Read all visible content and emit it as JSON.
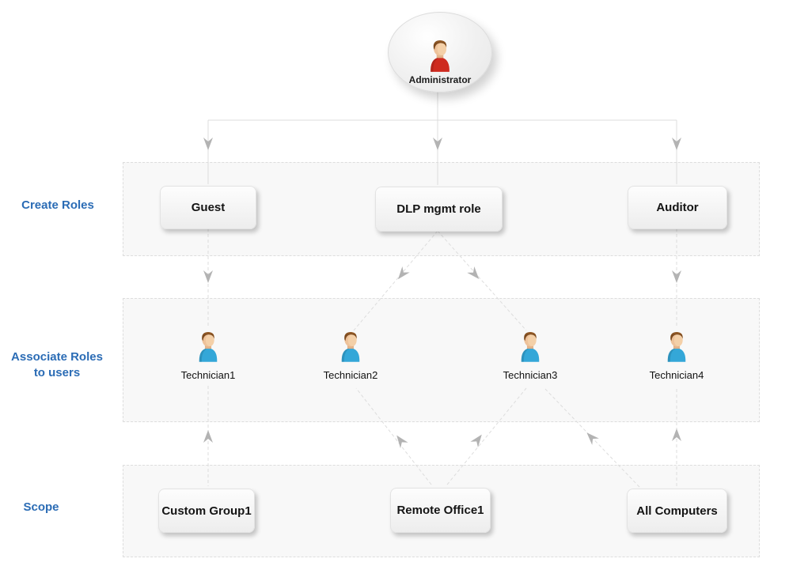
{
  "diagram": {
    "root": {
      "label": "Administrator"
    },
    "sections": {
      "create_roles": "Create Roles",
      "associate_line1": "Associate Roles",
      "associate_line2": "to users",
      "scope": "Scope"
    },
    "roles": [
      {
        "label": "Guest"
      },
      {
        "label": "DLP mgmt role"
      },
      {
        "label": "Auditor"
      }
    ],
    "users": [
      {
        "label": "Technician1"
      },
      {
        "label": "Technician2"
      },
      {
        "label": "Technician3"
      },
      {
        "label": "Technician4"
      }
    ],
    "scopes": [
      {
        "label": "Custom Group1"
      },
      {
        "label": "Remote Office1"
      },
      {
        "label": "All Computers"
      }
    ],
    "edges": [
      {
        "from": "Administrator",
        "to": "Guest"
      },
      {
        "from": "Administrator",
        "to": "DLP mgmt role"
      },
      {
        "from": "Administrator",
        "to": "Auditor"
      },
      {
        "from": "Guest",
        "to": "Technician1"
      },
      {
        "from": "DLP mgmt role",
        "to": "Technician2"
      },
      {
        "from": "DLP mgmt role",
        "to": "Technician3"
      },
      {
        "from": "Auditor",
        "to": "Technician4"
      },
      {
        "from": "Custom Group1",
        "to": "Technician1"
      },
      {
        "from": "Remote Office1",
        "to": "Technician2"
      },
      {
        "from": "Remote Office1",
        "to": "Technician3"
      },
      {
        "from": "All Computers",
        "to": "Technician3"
      },
      {
        "from": "All Computers",
        "to": "Technician4"
      }
    ],
    "colors": {
      "section_label": "#2b6cb5",
      "band_background": "#f8f8f8",
      "band_border": "#dddddd",
      "connector": "#dcdcdc",
      "arrowhead": "#b3b3b3",
      "admin_shirt": "#ce2a1f",
      "technician_shirt": "#34a7d8"
    }
  }
}
